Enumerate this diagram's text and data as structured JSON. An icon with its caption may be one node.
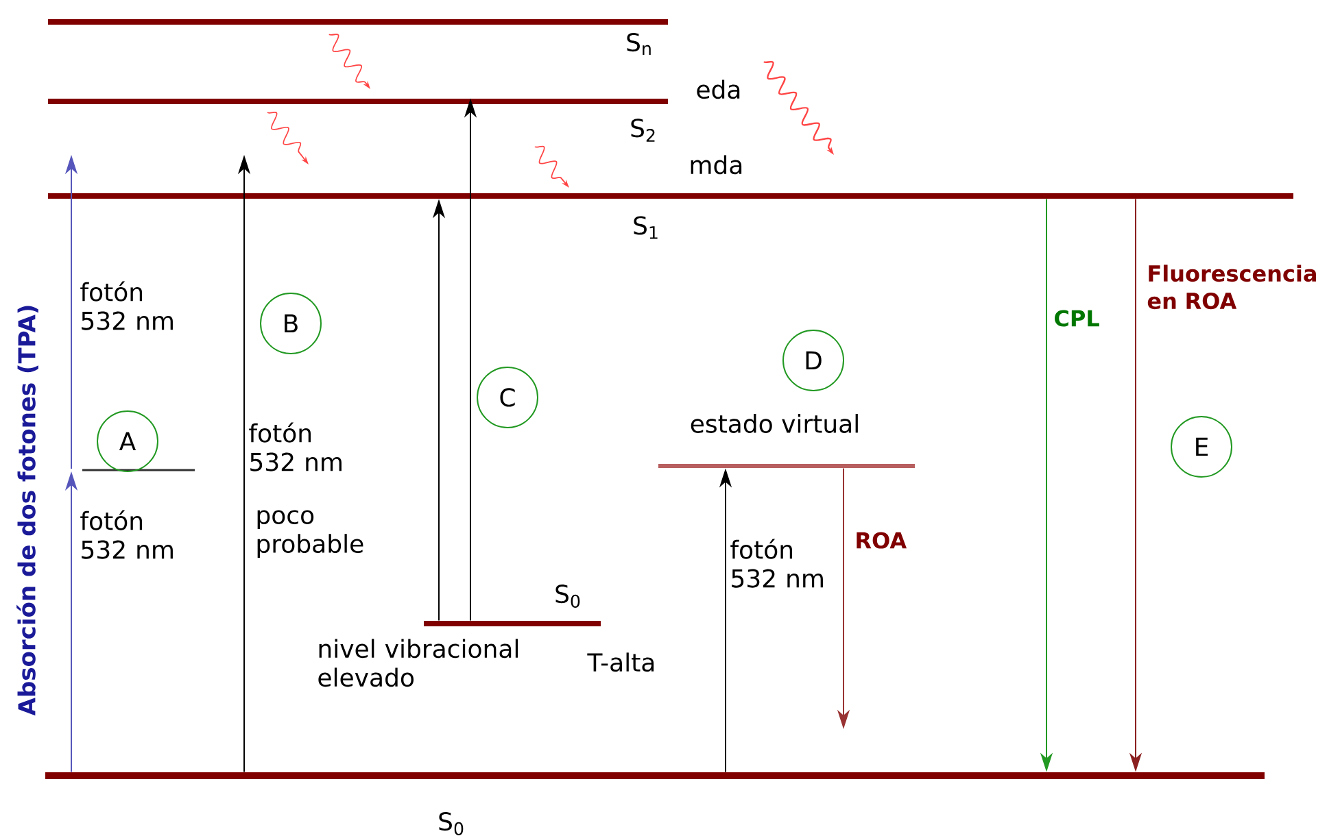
{
  "diagram": {
    "nodes": [
      {
        "text": [],
        "shape": "bar",
        "beside": [
          "S$_{n}$"
        ]
      },
      {
        "text": [],
        "shape": "bar",
        "beside": [
          "S$_{2}$"
        ]
      },
      {
        "text": [],
        "shape": "bar",
        "beside": [
          "S$_{1}$"
        ]
      },
      {
        "text": [],
        "shape": "bar"
      },
      {
        "text": [],
        "shape": "bar",
        "beside": [
          "S$_{0}$"
        ]
      },
      {
        "text": [],
        "shape": "bar",
        "beside": [
          "estado virtual"
        ]
      },
      {
        "text": [],
        "shape": "bar",
        "beside": [
          "S$_{0}$"
        ]
      },
      {
        "text": [
          "A"
        ]
      },
      {
        "text": [
          "B"
        ]
      },
      {
        "text": [
          "C"
        ]
      },
      {
        "text": [
          "D"
        ]
      },
      {
        "text": [
          "E"
        ]
      }
    ],
    "edges": [
      {
        "from": 6,
        "to": 3,
        "arrow": "to",
        "color": "#5555bb"
      },
      {
        "from": 3,
        "to": null,
        "arrow": "to",
        "color": "#5555bb"
      },
      {
        "from": 6,
        "to": null,
        "arrow": "to"
      },
      {
        "from": 4,
        "to": 2,
        "arrow": "to"
      },
      {
        "from": 4,
        "to": 1,
        "arrow": "to"
      },
      {
        "from": 6,
        "to": 5,
        "arrow": "to"
      },
      {
        "from": 5,
        "to": null,
        "arrow": "to",
        "label": "ROA",
        "color": "#993333"
      },
      {
        "from": 2,
        "to": 6,
        "arrow": "to",
        "label": "CPL",
        "color": "#229922"
      },
      {
        "from": 2,
        "to": 6,
        "arrow": "to",
        "label": "Fluorescencia en ROA",
        "color": "#8b2020"
      }
    ],
    "labels": [
      "Absorción de dos fotones (TPA)",
      "eda",
      "mda",
      "fotón 532 nm",
      "fotón 532 nm",
      "fotón 532 nm",
      "poco probable",
      "fotón 532 nm",
      "nivel vibracional elevado",
      "T-alta"
    ]
  }
}
